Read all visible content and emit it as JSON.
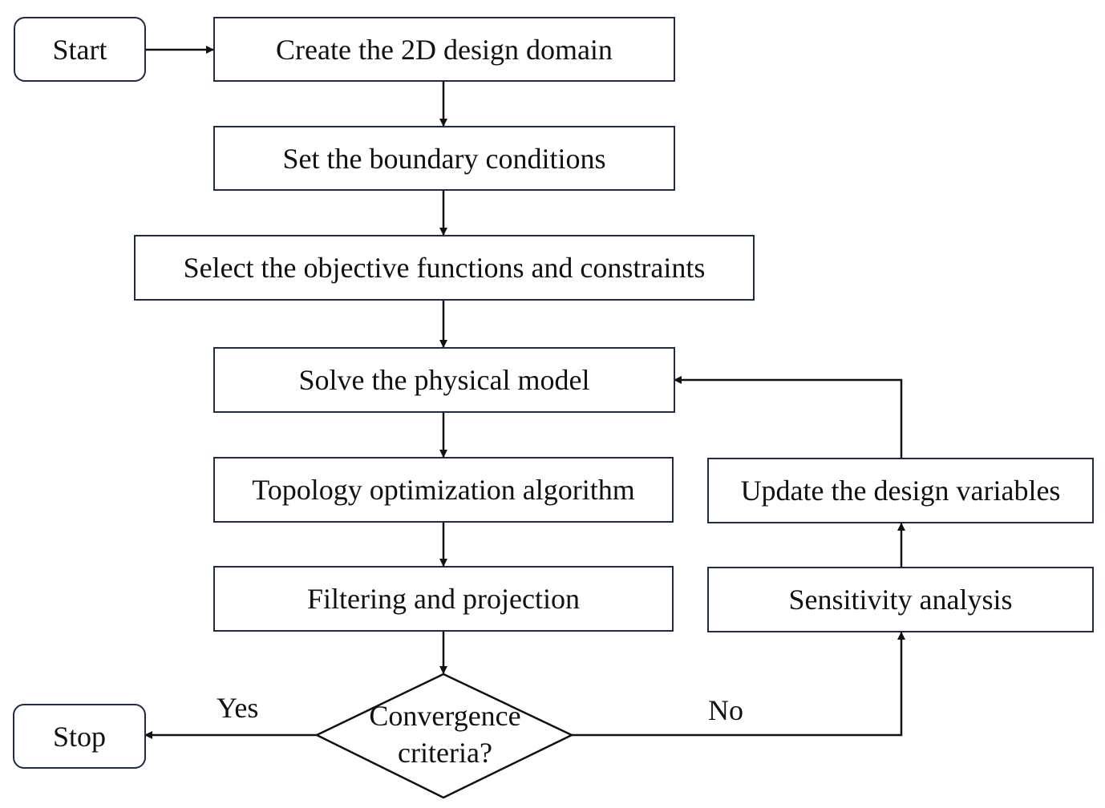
{
  "nodes": {
    "start": "Start",
    "create_domain": "Create the 2D design domain",
    "boundary_conditions": "Set the boundary conditions",
    "objective": "Select the objective functions and constraints",
    "solve_model": "Solve the physical model",
    "topology": "Topology optimization algorithm",
    "filtering": "Filtering and projection",
    "decision_line1": "Convergence",
    "decision_line2": "criteria?",
    "stop": "Stop",
    "sensitivity": "Sensitivity analysis",
    "update": "Update the design variables"
  },
  "edge_labels": {
    "yes": "Yes",
    "no": "No"
  },
  "colors": {
    "box_border": "#1f2a44",
    "line": "#111111",
    "background": "#ffffff"
  }
}
